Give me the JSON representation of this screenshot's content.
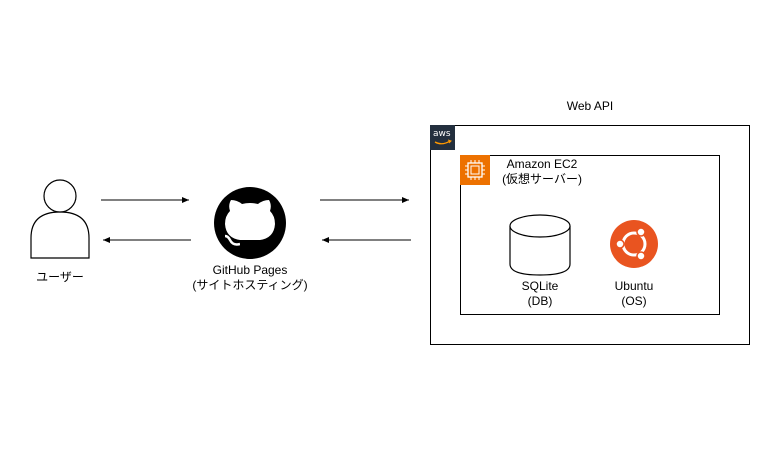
{
  "diagram": {
    "user": {
      "label": "ユーザー"
    },
    "github": {
      "label_line1": "GitHub Pages",
      "label_line2": "(サイトホスティング)"
    },
    "web_api": {
      "label": "Web API"
    },
    "aws": {
      "logo_text": "aws",
      "color": "#232f3e"
    },
    "ec2": {
      "label_line1": "Amazon EC2",
      "label_line2": "(仮想サーバー)",
      "color": "#ed7100"
    },
    "sqlite": {
      "label_line1": "SQLite",
      "label_line2": "(DB)"
    },
    "ubuntu": {
      "label_line1": "Ubuntu",
      "label_line2": "(OS)",
      "color": "#e95420"
    }
  }
}
